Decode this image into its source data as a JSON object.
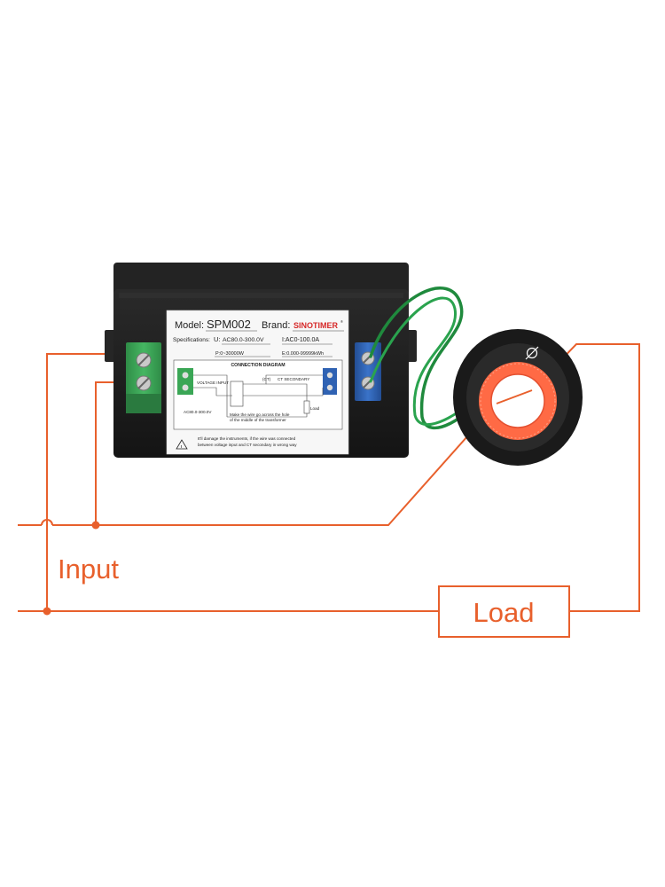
{
  "label": {
    "model_key": "Model:",
    "model_value": "SPM002",
    "brand_key": "Brand:",
    "brand_value": "SINOTIMER",
    "registered": "®",
    "spec_key": "Specifications:",
    "u_key": "U:",
    "u_value": "AC80.0-300.0V",
    "i_value": "I:AC0-100.0A",
    "p_value": "P:0~30000W",
    "e_value": "E:0.000-99999kWh",
    "diagram_title": "CONNECTION DIAGRAM",
    "voltage_input": "VOLTAGE INPUT",
    "voltage_range": "AC80.0-300.0V",
    "ct_marker": "(CT)",
    "ct_secondary": "CT SECONDARY",
    "load_small": "Load",
    "note_line1": "Make the wire go across the hole",
    "note_line2": "of the middle of the transformer",
    "warning_line1": "It'll damage the instruments, if the wire was connected",
    "warning_line2": "between voltage input and CT secondary in wrong way"
  },
  "wiring": {
    "input_label": "Input",
    "load_label": "Load"
  },
  "colors": {
    "wire": "#e8602c",
    "brand": "#d62828",
    "case": "#1d1d1d",
    "terminal_green": "#3aa655",
    "terminal_blue": "#2f62b3",
    "ct_ring": "#ff6a45",
    "ground_wire": "#1f8a3d"
  }
}
